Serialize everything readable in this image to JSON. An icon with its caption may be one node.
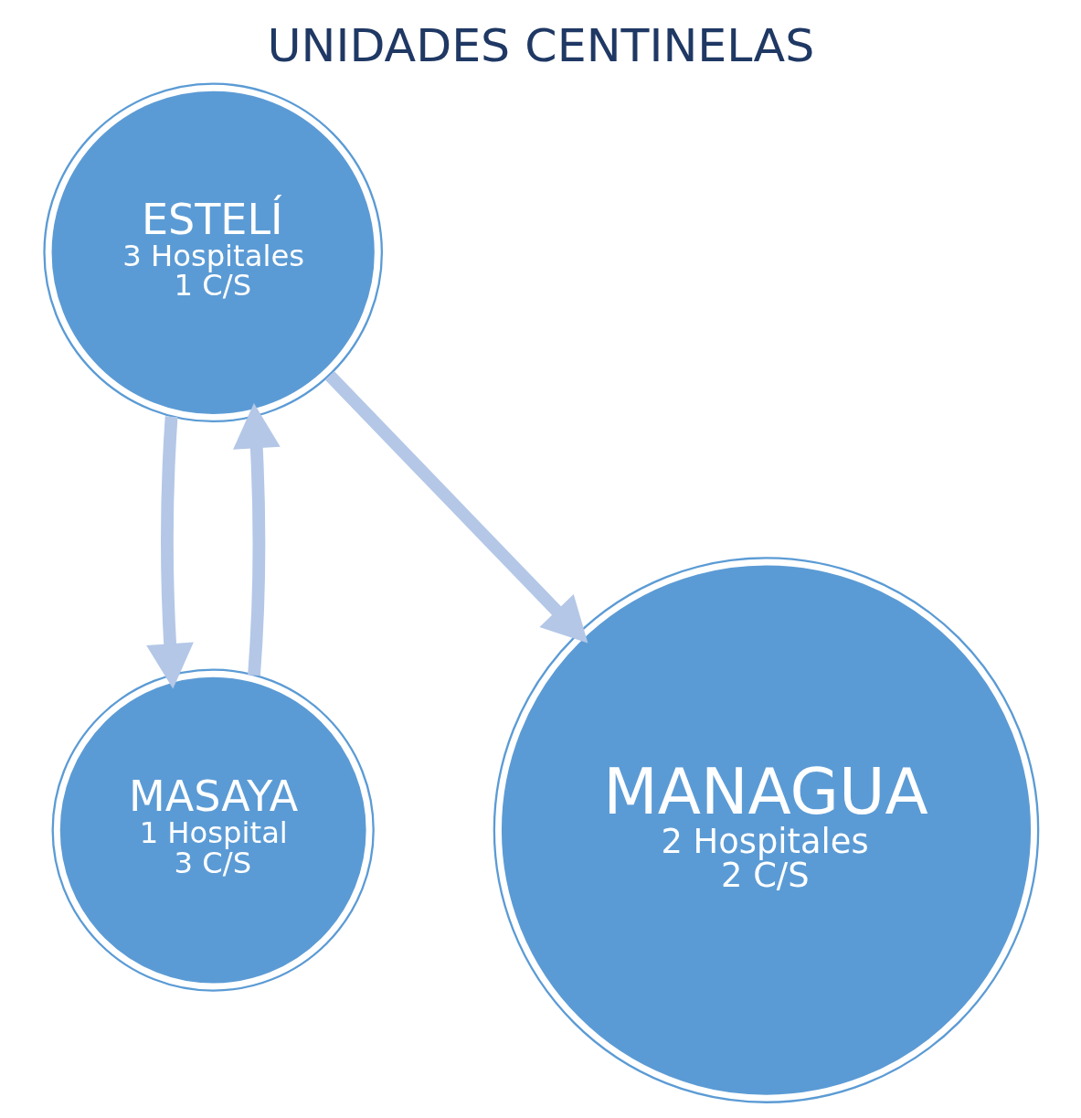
{
  "diagram": {
    "title": "UNIDADES CENTINELAS",
    "nodes": [
      {
        "text": [
          "ESTELÍ",
          "3 Hospitales",
          "1 C/S"
        ]
      },
      {
        "text": [
          "MASAYA",
          "1 Hospital",
          "3 C/S"
        ]
      },
      {
        "text": [
          "MANAGUA",
          "2 Hospitales",
          "2 C/S"
        ]
      }
    ],
    "edges": [
      {
        "from": 1,
        "to": 0,
        "arrow": "to"
      },
      {
        "from": 0,
        "to": 1,
        "arrow": "to"
      },
      {
        "from": 0,
        "to": 2,
        "arrow": "to"
      }
    ]
  }
}
